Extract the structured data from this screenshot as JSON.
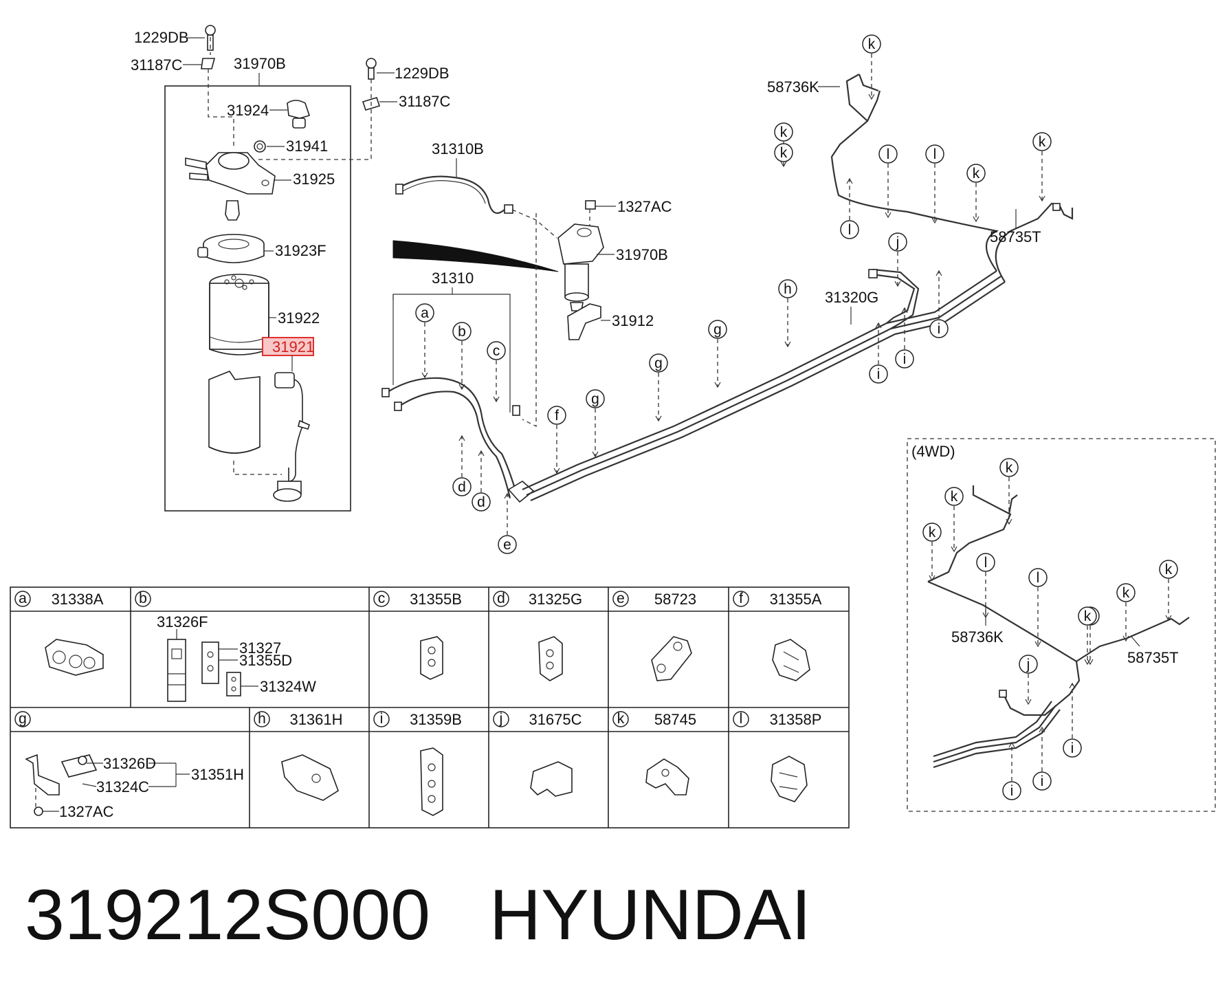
{
  "title": {
    "part_number": "319212S000",
    "brand": "HYUNDAI"
  },
  "highlight": "31921",
  "labels": {
    "l1229DB_a": "1229DB",
    "l31187C_a": "31187C",
    "l31970B_a": "31970B",
    "l1229DB_b": "1229DB",
    "l31187C_b": "31187C",
    "l31924": "31924",
    "l31941": "31941",
    "l31925": "31925",
    "l31923F": "31923F",
    "l31922": "31922",
    "l31921": "31921",
    "l31310B": "31310B",
    "l1327AC": "1327AC",
    "l31970B_b": "31970B",
    "l31912": "31912",
    "l31310": "31310",
    "l31320G": "31320G",
    "l58736K_a": "58736K",
    "l58735T_a": "58735T",
    "l4wd": "(4WD)",
    "l58736K_b": "58736K",
    "l58735T_b": "58735T"
  },
  "clip_letters": [
    "a",
    "b",
    "c",
    "d",
    "e",
    "f",
    "g",
    "h",
    "i",
    "j",
    "k",
    "l"
  ],
  "table": {
    "row1": [
      {
        "letter": "a",
        "code": "31338A"
      },
      {
        "letter": "b",
        "code": ""
      },
      {
        "letter": "c",
        "code": "31355B"
      },
      {
        "letter": "d",
        "code": "31325G"
      },
      {
        "letter": "e",
        "code": "58723"
      },
      {
        "letter": "f",
        "code": "31355A"
      }
    ],
    "row2": [
      {
        "letter": "g",
        "code": ""
      },
      {
        "letter": "h",
        "code": "31361H"
      },
      {
        "letter": "i",
        "code": "31359B"
      },
      {
        "letter": "j",
        "code": "31675C"
      },
      {
        "letter": "k",
        "code": "58745"
      },
      {
        "letter": "l",
        "code": "31358P"
      }
    ],
    "b_parts": [
      "31326F",
      "31327",
      "31355D",
      "31324W"
    ],
    "g_parts": [
      "31326D",
      "31324C",
      "31351H",
      "1327AC"
    ]
  }
}
